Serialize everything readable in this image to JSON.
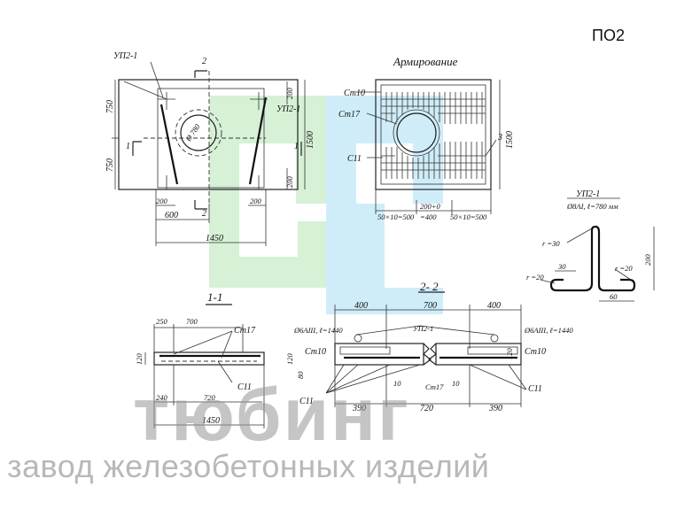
{
  "code": "ПО2",
  "brand": "тюбинг",
  "factory": "завод железобетонных изделий",
  "colors": {
    "wm_green": "#c8ecc8",
    "wm_blue": "#bfe7f7",
    "wm_gray": "#969696"
  },
  "plan": {
    "up_top": "УП2-1",
    "up_right": "УП2-1",
    "cut2": "2",
    "cut1": "1",
    "dim_750a": "750",
    "dim_750b": "750",
    "dim_1500": "1500",
    "dim_200a": "200",
    "dim_200b": "200",
    "dim_200c": "200",
    "dim_200d": "200",
    "dim_600": "600",
    "dim_1450": "1450",
    "diam": "Ø 780"
  },
  "reinf": {
    "title": "Армирование",
    "ct10": "Ст10",
    "ct17": "Ст17",
    "c11": "С11",
    "mark3": "3",
    "dim_1500": "1500",
    "dim_a": "50×10=500",
    "dim_b": "200+0",
    "dim_b2": "=400",
    "dim_c": "50×10=500"
  },
  "up": {
    "title": "УП2-1",
    "spec": "Ø8АI, ℓ=780 мм",
    "r30": "r =30",
    "r20a": "r =20",
    "r20b": "r =20",
    "d30": "30",
    "d60": "60",
    "d200": "200"
  },
  "s11": {
    "title": "1-1",
    "d250": "250",
    "d700": "700",
    "ct17": "Ст17",
    "d120": "120",
    "d240": "240",
    "d720": "720",
    "c11": "С11",
    "d1450": "1450"
  },
  "s22": {
    "title": "2- 2",
    "d400a": "400",
    "d700": "700",
    "d400b": "400",
    "rodL": "Ø6АIII, ℓ=1440",
    "rodR": "Ø6АIII, ℓ=1440",
    "up": "УП2-1",
    "ct10L": "Ст10",
    "ct10R": "Ст10",
    "d120L": "120",
    "d120R": "120",
    "d80": "80",
    "d10a": "10",
    "d10b": "10",
    "ct17": "Ст17",
    "c11L": "С11",
    "c11R": "С11",
    "d390a": "390",
    "d720": "720",
    "d390b": "390"
  }
}
